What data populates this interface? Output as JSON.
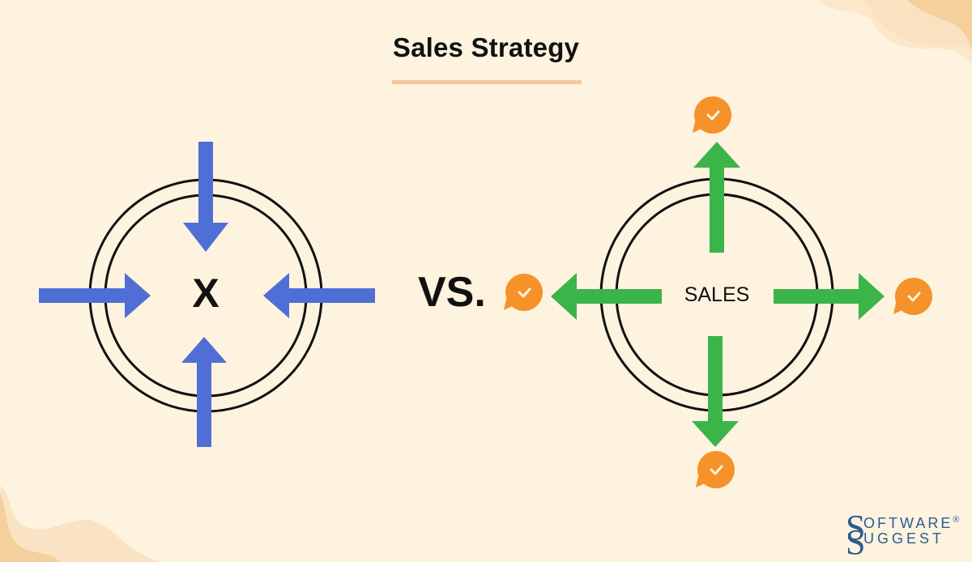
{
  "title": "Sales Strategy",
  "colors": {
    "background": "#fdf3df",
    "decor_wave": "#f8d9ae",
    "underline": "#f2c9a0",
    "inward_arrows": "#4f6fd6",
    "outward_arrows": "#3bb44a",
    "check_bubbles": "#f5922a",
    "logo": "#2e5b92"
  },
  "left_diagram": {
    "center_label": "X",
    "arrow_direction": "inward",
    "arrows": [
      "from-top",
      "from-left",
      "from-right",
      "from-bottom"
    ]
  },
  "separator": "VS.",
  "right_diagram": {
    "center_label": "SALES",
    "arrow_direction": "outward",
    "arrows": [
      "to-top",
      "to-left",
      "to-right",
      "to-bottom"
    ],
    "endpoint_icons": [
      "check-bubble-top",
      "check-bubble-left",
      "check-bubble-right",
      "check-bubble-bottom"
    ]
  },
  "logo": {
    "line1": "OFTWARE",
    "line2": "UGGEST",
    "initial": "S",
    "registered": "®"
  }
}
